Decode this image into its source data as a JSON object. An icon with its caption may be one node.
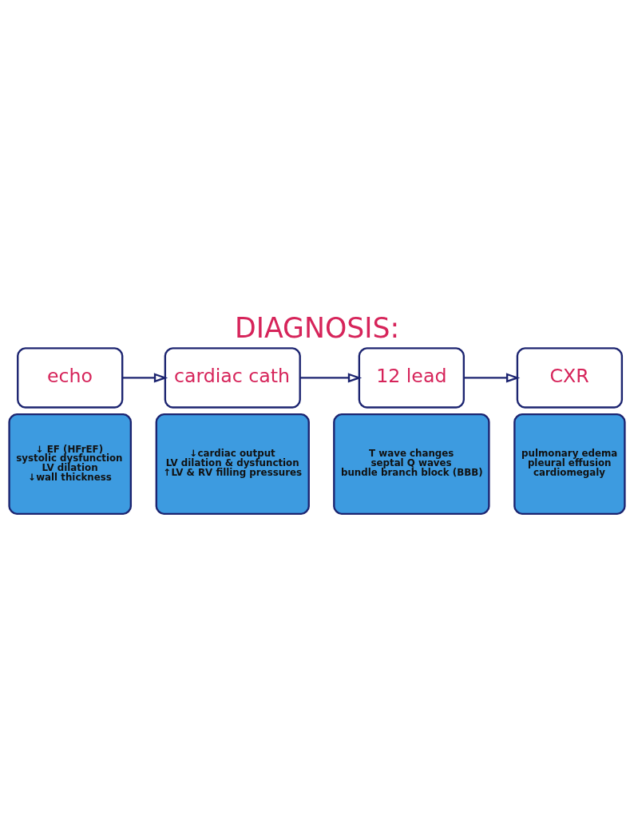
{
  "diagram": {
    "title": "DIAGNOSIS:",
    "nodes": [
      {
        "text": [
          "echo"
        ]
      },
      {
        "text": [
          "↓ EF (HFrEF)",
          "systolic dysfunction",
          "LV dilation",
          "↓wall thickness"
        ]
      },
      {
        "text": [
          "cardiac cath"
        ]
      },
      {
        "text": [
          "↓cardiac output",
          "LV dilation & dysfunction",
          "↑LV & RV filling pressures"
        ]
      },
      {
        "text": [
          "12 lead"
        ]
      },
      {
        "text": [
          "T wave changes",
          "septal Q waves",
          "bundle branch block (BBB)"
        ]
      },
      {
        "text": [
          "CXR"
        ]
      },
      {
        "text": [
          "pulmonary edema",
          "pleural effusion",
          "cardiomegaly"
        ]
      }
    ],
    "edges": [
      {
        "from": 0,
        "to": 2,
        "arrow": "to"
      },
      {
        "from": 2,
        "to": 4,
        "arrow": "to"
      },
      {
        "from": 4,
        "to": 6,
        "arrow": "to"
      }
    ]
  }
}
